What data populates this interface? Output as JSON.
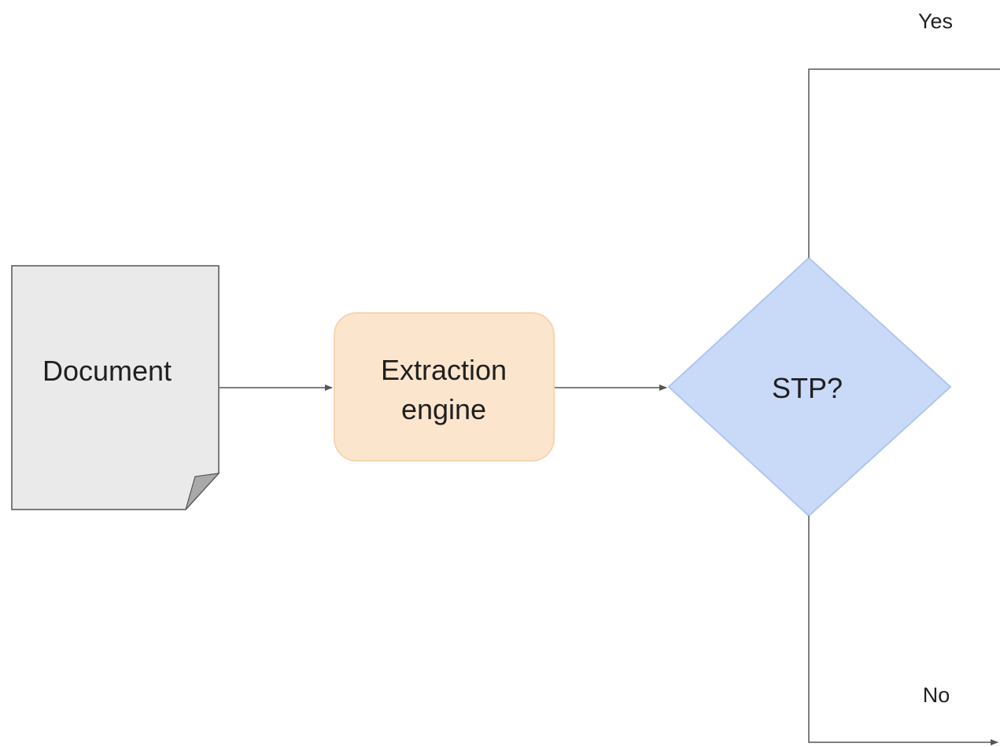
{
  "nodes": {
    "document": {
      "label": "Document",
      "fill": "#eaeaea",
      "stroke": "#555555"
    },
    "extraction_engine": {
      "label_line1": "Extraction",
      "label_line2": "engine",
      "fill": "#fce5cd",
      "stroke": "#f6d5b1"
    },
    "stp_decision": {
      "label": "STP?",
      "fill": "#c9daf8",
      "stroke": "#aec5ef"
    }
  },
  "edges": {
    "yes_label": "Yes",
    "no_label": "No",
    "color": "#555555"
  }
}
